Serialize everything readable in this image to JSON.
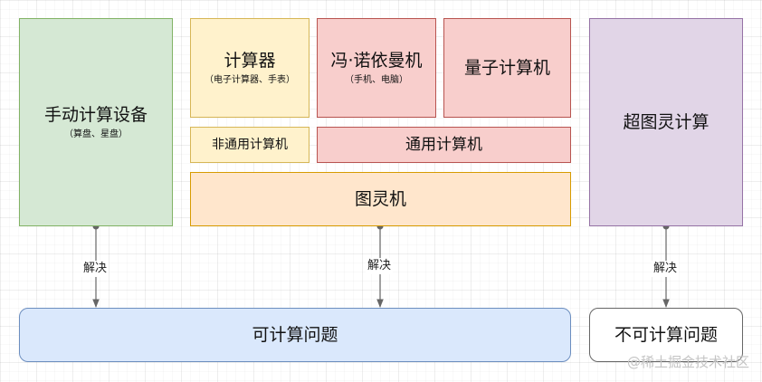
{
  "boxes": {
    "manual": {
      "title": "手动计算设备",
      "subtitle": "（算盘、星盘）"
    },
    "calculator": {
      "title": "计算器",
      "subtitle": "（电子计算器、手表）"
    },
    "von_neumann": {
      "title": "冯·诺依曼机",
      "subtitle": "（手机、电脑）"
    },
    "quantum": {
      "title": "量子计算机"
    },
    "non_general": {
      "title": "非通用计算机"
    },
    "general": {
      "title": "通用计算机"
    },
    "turing": {
      "title": "图灵机"
    },
    "super_turing": {
      "title": "超图灵计算"
    },
    "computable": {
      "title": "可计算问题"
    },
    "uncomputable": {
      "title": "不可计算问题"
    }
  },
  "edges": [
    {
      "label": "解决"
    },
    {
      "label": "解决"
    },
    {
      "label": "解决"
    }
  ],
  "colors": {
    "green": "#d5e8d4",
    "yellow": "#fff2cc",
    "red": "#f8cecc",
    "orange": "#ffe6cc",
    "purple": "#e1d5e7",
    "blue": "#dae8fc",
    "connector": "#666666"
  },
  "watermark": "@稀土掘金技术社区"
}
